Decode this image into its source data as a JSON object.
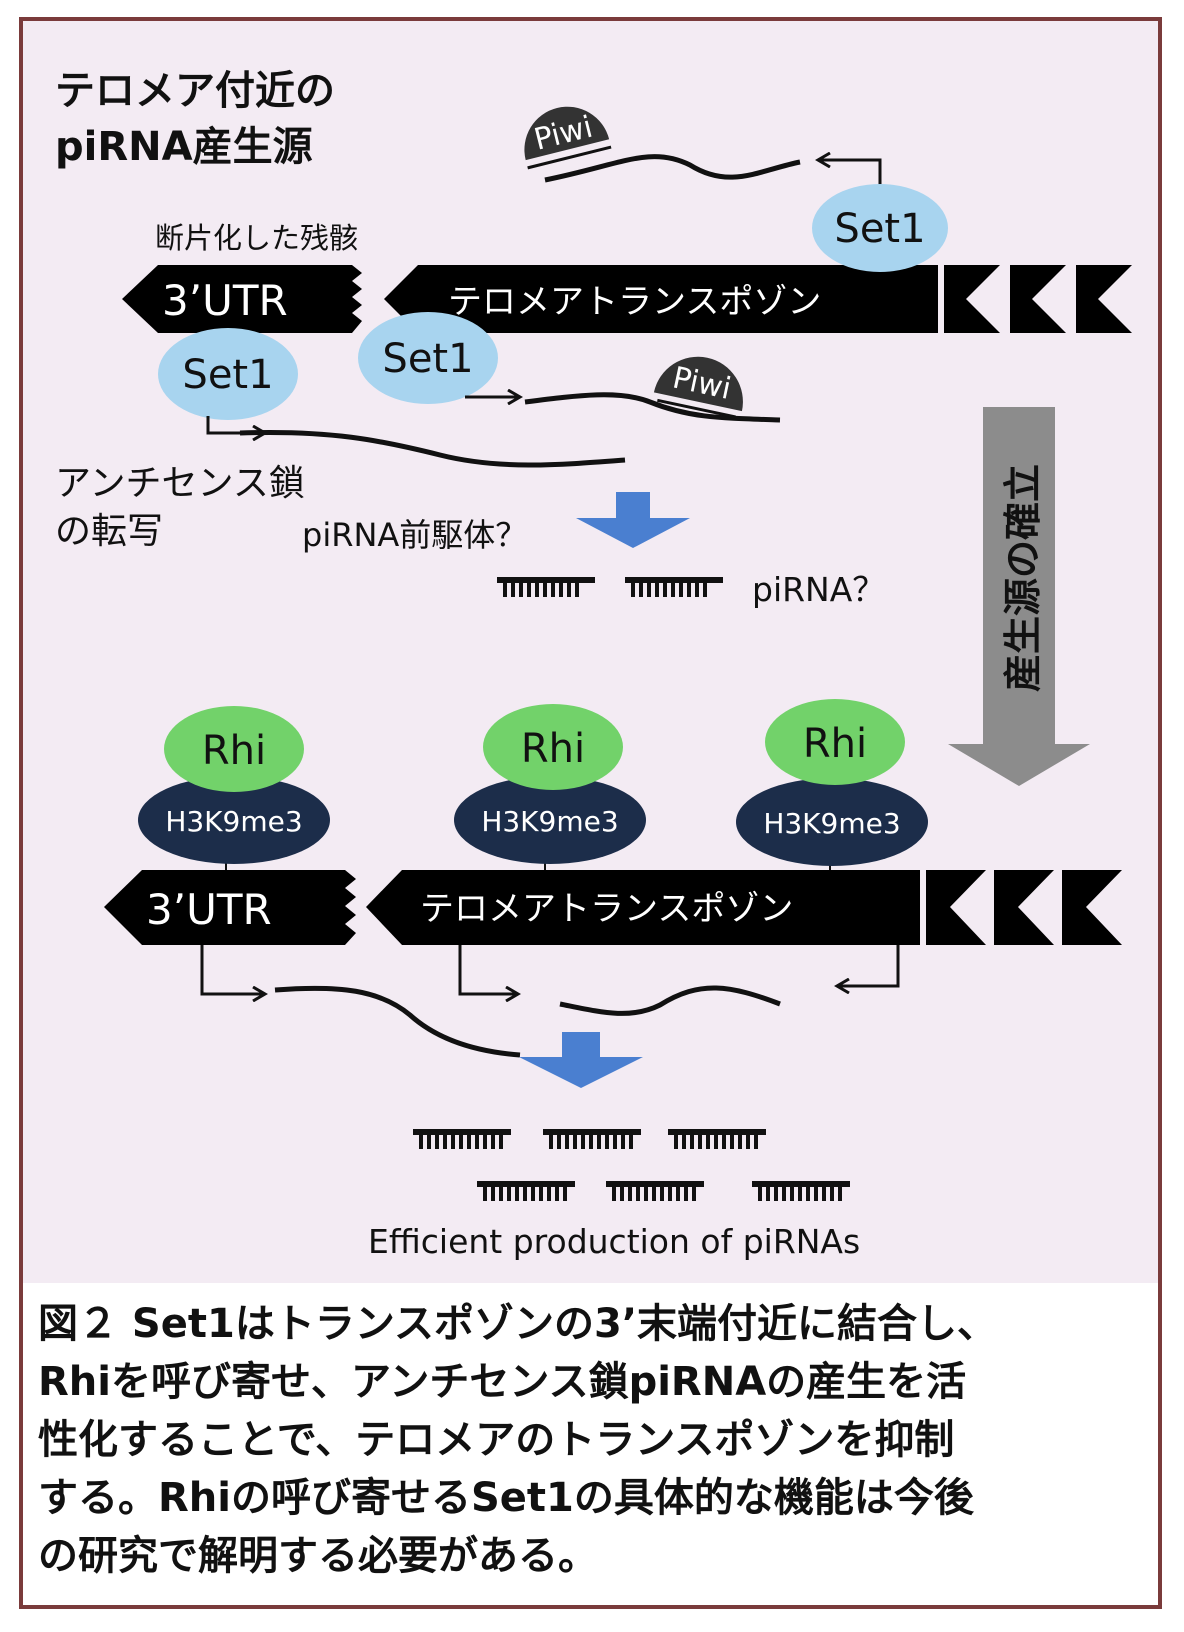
{
  "diagram": {
    "top_title": [
      "テロメア付近の",
      "piRNA産生源"
    ],
    "fragment_label": "断片化した残骸",
    "utr_label": "3’UTR",
    "transposon_label": "テロメアトランスポゾン",
    "set1_label": "Set1",
    "piwi_label": "Piwi",
    "antisense_label": [
      "アンチセンス鎖",
      "の転写"
    ],
    "precursor_label": "piRNA前駆体？",
    "pirna_label": "piRNA？",
    "establish_label": "産生源の確立",
    "rhi_label": "Rhi",
    "h3k9_label": "H3K9me3",
    "efficient_label": "Efficient production of piRNAs",
    "colors": {
      "set1": "#a8d4ef",
      "rhi": "#72d26a",
      "h3k9": "#1c2d4a",
      "arrow_blue": "#4a7fd0",
      "arrow_gray": "#8c8c8c",
      "background": "#f3ebf3",
      "frame": "#7a3b3b"
    }
  },
  "caption": [
    "図２ Set1はトランスポゾンの3’末端付近に結合し、",
    "Rhiを呼び寄せ、アンチセンス鎖piRNAの産生を活",
    "性化することで、テロメアのトランスポゾンを抑制",
    "する。Rhiの呼び寄せるSet1の具体的な機能は今後",
    "の研究で解明する必要がある。"
  ]
}
